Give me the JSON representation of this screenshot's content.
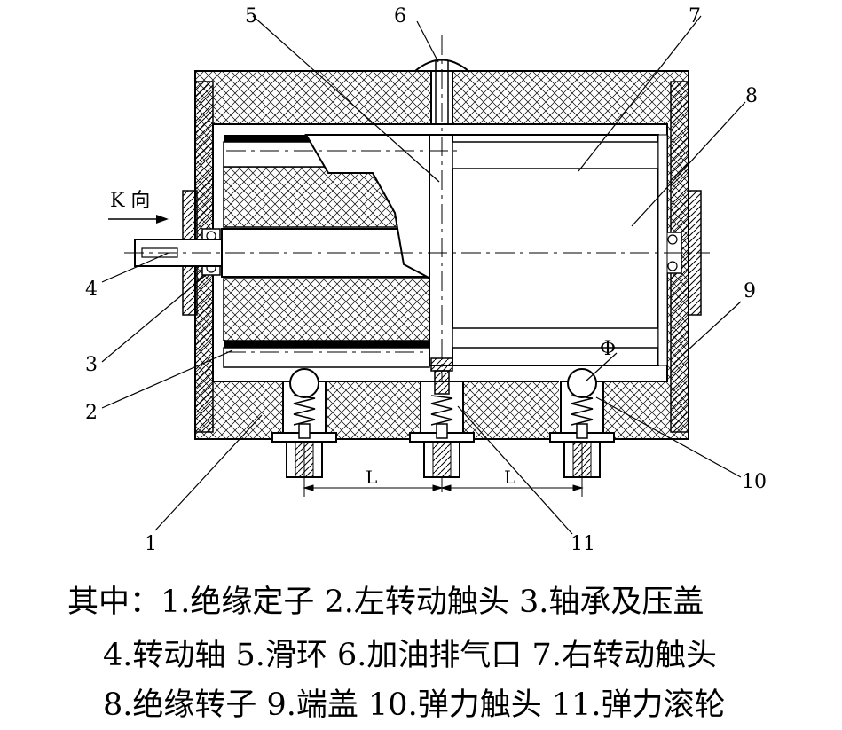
{
  "labels": {
    "n1": "1",
    "n2": "2",
    "n3": "3",
    "n4": "4",
    "n5": "5",
    "n6": "6",
    "n7": "7",
    "n8": "8",
    "n9": "9",
    "n10": "10",
    "n11": "11",
    "k_direction": "K 向",
    "dim_left": "L",
    "dim_right": "L",
    "phi": "Φ"
  },
  "caption": {
    "line1": "其中：1.绝缘定子 2.左转动触头 3.轴承及压盖",
    "line2": "4.转动轴 5.滑环 6.加油排气口 7.右转动触头",
    "line3": "8.绝缘转子 9.端盖 10.弹力触头 11.弹力滚轮"
  }
}
